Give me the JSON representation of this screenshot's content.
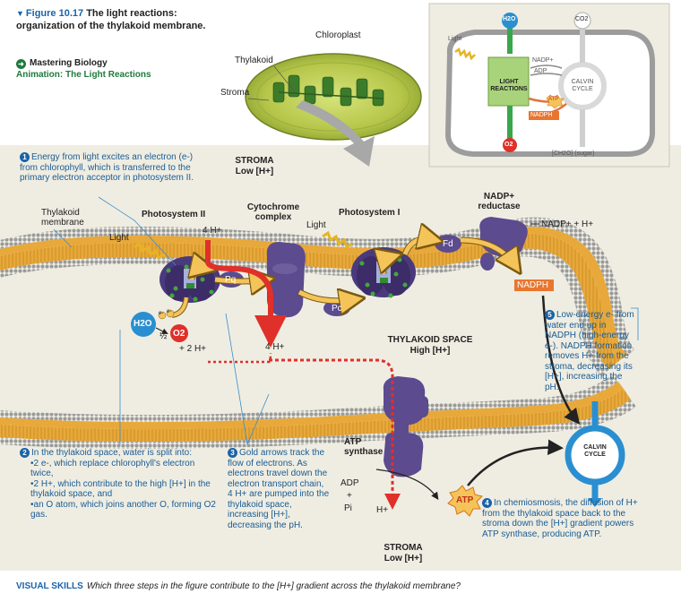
{
  "figure": {
    "number": "Figure 10.17",
    "title": "The light reactions: organization of the thylakoid membrane."
  },
  "mastering": {
    "source": "Mastering Biology",
    "animation": "Animation: The Light Reactions"
  },
  "chloroplast_labels": {
    "chloroplast": "Chloroplast",
    "thylakoid": "Thylakoid",
    "stroma": "Stroma"
  },
  "overview": {
    "h2o": "H2O",
    "co2": "CO2",
    "light": "Light",
    "nadp": "NADP+",
    "adp": "ADP",
    "light_reactions": "LIGHT REACTIONS",
    "calvin_cycle": "CALVIN CYCLE",
    "atp": "ATP",
    "nadph": "NADPH",
    "o2": "O2",
    "sugar": "[CH2O] (sugar)"
  },
  "regions": {
    "stroma_top": "STROMA",
    "stroma_top_h": "Low [H+]",
    "thylakoid_space": "THYLAKOID SPACE",
    "thylakoid_space_h": "High [H+]",
    "stroma_bottom": "STROMA",
    "stroma_bottom_h": "Low [H+]"
  },
  "components": {
    "thylakoid_membrane": "Thylakoid membrane",
    "photosystem_ii": "Photosystem II",
    "cytochrome_complex": "Cytochrome complex",
    "photosystem_i": "Photosystem I",
    "nadp_reductase": "NADP+ reductase",
    "atp_synthase": "ATP synthase",
    "light_1": "Light",
    "light_2": "Light",
    "pq": "Pq",
    "pc": "Pc",
    "fd": "Fd",
    "nadp_h": "NADP+ + H+",
    "nadph": "NADPH",
    "h2o": "H2O",
    "half_o2": "½",
    "o2": "O2",
    "two_h": "+ 2 H+",
    "four_h_top": "4 H+",
    "four_h_bottom": "4 H+",
    "adp": "ADP",
    "plus": "+",
    "pi": "Pi",
    "h_plus": "H+",
    "atp": "ATP",
    "calvin": "CALVIN CYCLE",
    "e1": "e-",
    "e2": "e-"
  },
  "steps": {
    "s1": {
      "num": "1",
      "text": "Energy from light excites an electron (e-) from chlorophyll, which is transferred to the primary electron acceptor in photosystem II."
    },
    "s2": {
      "num": "2",
      "intro": "In the thylakoid space, water is split into:",
      "b1": "•2 e-, which replace chlorophyll's electron twice,",
      "b2": "•2 H+, which contribute to the high [H+] in the thylakoid space, and",
      "b3": "•an O atom, which joins another O, forming O2 gas."
    },
    "s3": {
      "num": "3",
      "text": "Gold arrows track the flow of electrons. As electrons travel down the electron transport chain, 4 H+ are pumped into the thylakoid space, increasing [H+], decreasing the pH."
    },
    "s4": {
      "num": "4",
      "text": "In chemiosmosis, the diffusion of H+ from the thylakoid space back to the stroma down the [H+] gradient powers ATP synthase, producing ATP."
    },
    "s5": {
      "num": "5",
      "text": "Low-energy e- from water end up in NADPH (high-energy e-). NADPH formation removes H+ from the stroma, decreasing its [H+], increasing the pH."
    }
  },
  "visual_skills": {
    "label": "VISUAL SKILLS",
    "question": "Which three steps in the figure contribute to the [H+] gradient across the thylakoid membrane?"
  },
  "colors": {
    "background_panel": "#efede2",
    "membrane_gold": "#e8a93a",
    "head_gray": "#9a9a9a",
    "protein_purple": "#5a4a8c",
    "chlorophyll_green": "#3e9c3a",
    "electron_arrow": "#f4c45a",
    "proton_red": "#e0302a",
    "calvin_blue": "#2a8fd0",
    "accent_blue": "#1a63a8"
  }
}
